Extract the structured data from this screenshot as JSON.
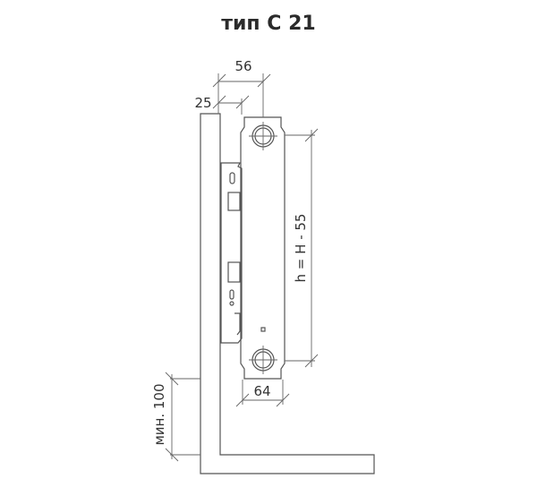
{
  "title": "тип С 21",
  "dimensions": {
    "depth_total": "56",
    "wall_gap": "25",
    "height_formula": "h = H - 55",
    "panel_depth": "64",
    "floor_clearance": "мин. 100"
  }
}
